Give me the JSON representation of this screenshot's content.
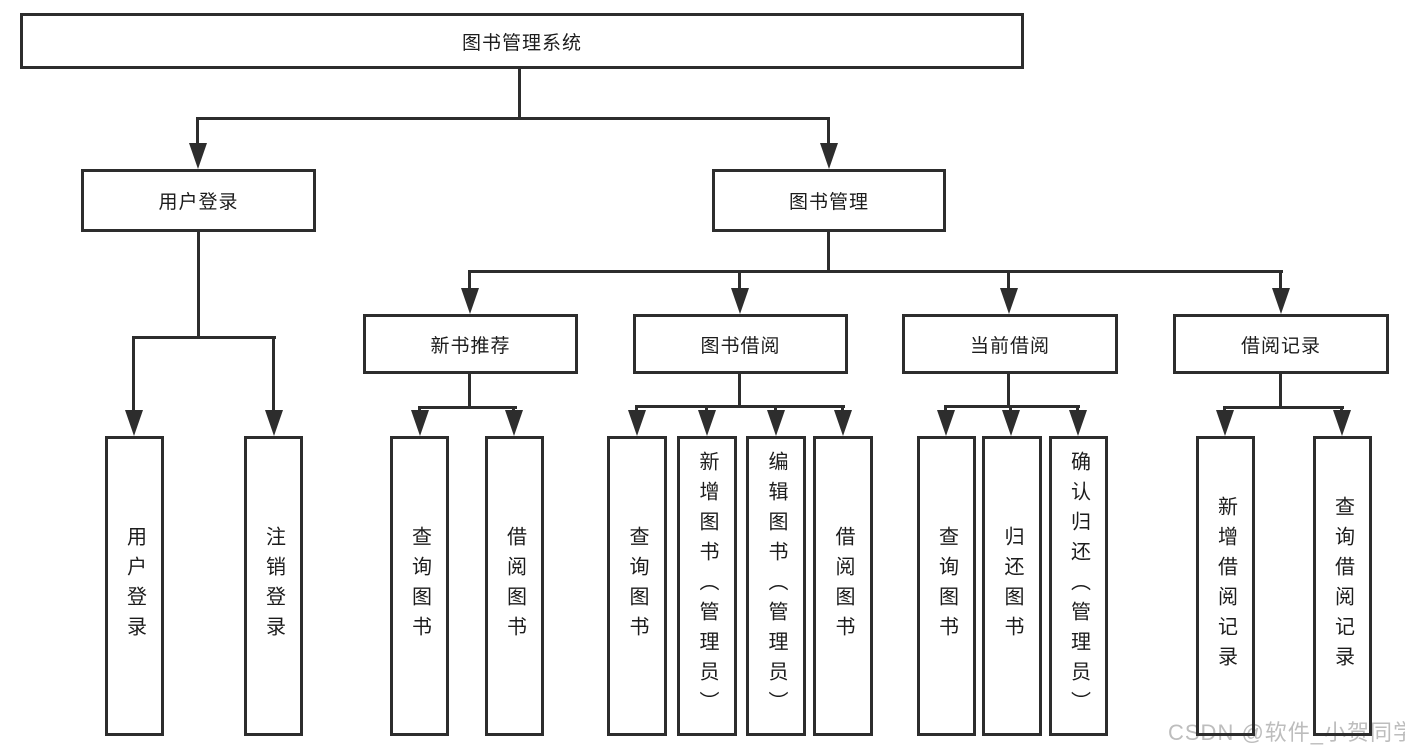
{
  "tree": {
    "root": {
      "label": "图书管理系统"
    },
    "level2": [
      {
        "key": "user-login",
        "label": "用户登录"
      },
      {
        "key": "book-management",
        "label": "图书管理"
      }
    ],
    "level3": [
      {
        "key": "new-book-recommendation",
        "label": "新书推荐"
      },
      {
        "key": "book-borrowing",
        "label": "图书借阅"
      },
      {
        "key": "current-borrowing",
        "label": "当前借阅"
      },
      {
        "key": "borrowing-records",
        "label": "借阅记录"
      }
    ],
    "level4": {
      "user_login": [
        {
          "label": "用户登录"
        },
        {
          "label": "注销登录"
        }
      ],
      "new_book_recommendation": [
        {
          "label": "查询图书"
        },
        {
          "label": "借阅图书"
        }
      ],
      "book_borrowing": [
        {
          "label": "查询图书"
        },
        {
          "label": "新增图书（管理员）"
        },
        {
          "label": "编辑图书（管理员）"
        },
        {
          "label": "借阅图书"
        }
      ],
      "current_borrowing": [
        {
          "label": "查询图书"
        },
        {
          "label": "归还图书"
        },
        {
          "label": "确认归还（管理员）"
        }
      ],
      "borrowing_records": [
        {
          "label": "新增借阅记录"
        },
        {
          "label": "查询借阅记录"
        }
      ]
    }
  },
  "watermark": {
    "text": "CSDN @软件_小贺同学"
  },
  "colors": {
    "line": "#2d2d2d",
    "text": "#1c1c1c",
    "background": "#ffffff",
    "watermark": "#bdbdbd"
  }
}
